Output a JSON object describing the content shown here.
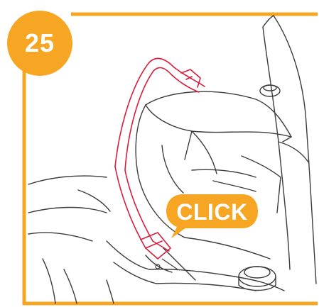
{
  "step": {
    "number": "25"
  },
  "callout": {
    "text": "CLICK"
  },
  "colors": {
    "accent_orange": "#f6a623",
    "handle_red": "#d81e3c",
    "line_gray": "#3c3c3c",
    "background": "#ffffff"
  },
  "icons": {
    "illustration": "car-seat-carry-handle-illustration",
    "callout": "speech-bubble-icon"
  }
}
